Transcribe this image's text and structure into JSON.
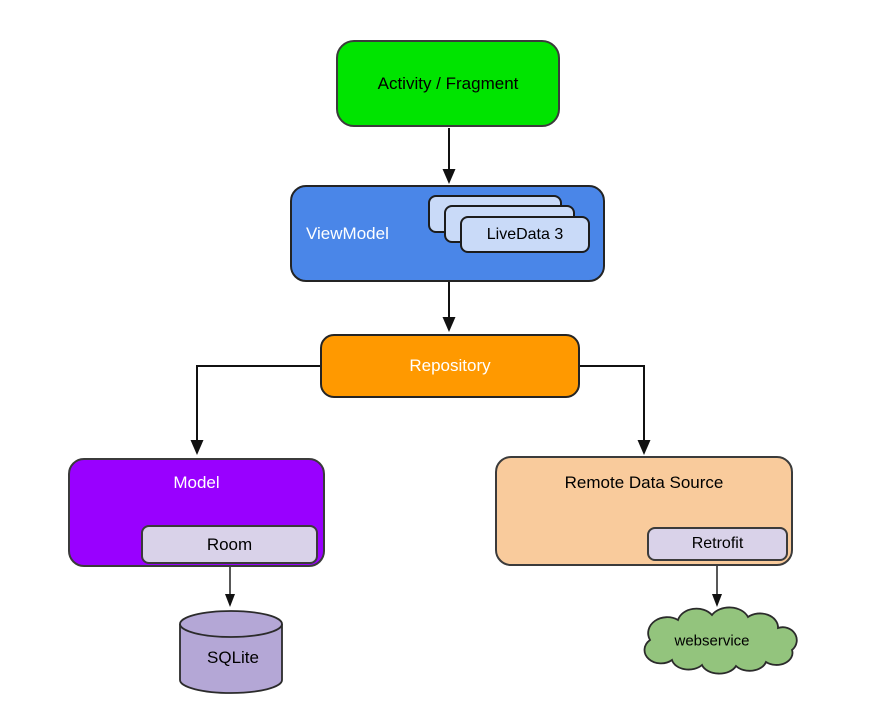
{
  "diagram": {
    "background": "#ffffff",
    "stroke_color": "#111111",
    "nodes": {
      "activity_fragment": {
        "label": "Activity / Fragment",
        "fill": "#00e400",
        "text_color": "#000000"
      },
      "viewmodel": {
        "label": "ViewModel",
        "fill": "#4a86e8",
        "text_color": "#ffffff"
      },
      "livedata": {
        "label": "LiveData 3",
        "fill": "#c9daf8",
        "text_color": "#000000",
        "stacked_cards": 3
      },
      "repository": {
        "label": "Repository",
        "fill": "#ff9900",
        "text_color": "#ffffff"
      },
      "model": {
        "label": "Model",
        "fill": "#9900ff",
        "text_color": "#ffffff"
      },
      "room": {
        "label": "Room",
        "fill": "#d9d2e9",
        "text_color": "#000000"
      },
      "sqlite": {
        "label": "SQLite",
        "fill": "#b4a7d6",
        "text_color": "#000000",
        "shape": "cylinder"
      },
      "remote_data_source": {
        "label": "Remote Data Source",
        "fill": "#f9cb9c",
        "text_color": "#000000"
      },
      "retrofit": {
        "label": "Retrofit",
        "fill": "#d9d2e9",
        "text_color": "#000000"
      },
      "webservice": {
        "label": "webservice",
        "fill": "#93c47d",
        "text_color": "#000000",
        "shape": "cloud"
      }
    },
    "edges": [
      {
        "from": "activity_fragment",
        "to": "viewmodel",
        "style": "arrow"
      },
      {
        "from": "viewmodel",
        "to": "repository",
        "style": "arrow"
      },
      {
        "from": "repository",
        "to": "model",
        "style": "elbow-arrow"
      },
      {
        "from": "repository",
        "to": "remote_data_source",
        "style": "elbow-arrow"
      },
      {
        "from": "room",
        "to": "sqlite",
        "style": "arrow"
      },
      {
        "from": "retrofit",
        "to": "webservice",
        "style": "arrow"
      }
    ]
  }
}
